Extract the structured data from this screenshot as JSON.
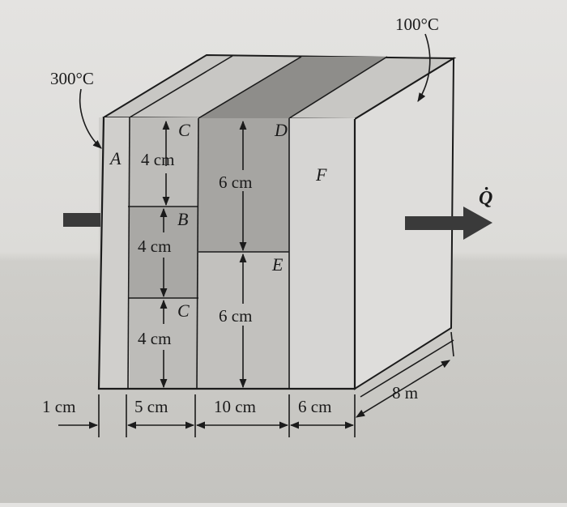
{
  "temperatures": {
    "left": "300°C",
    "right": "100°C"
  },
  "heat_symbol": "Q̇",
  "layers": {
    "A": "A",
    "B": "B",
    "C_top": "C",
    "C_bottom": "C",
    "D": "D",
    "E": "E",
    "F": "F"
  },
  "heights": {
    "c_top": "4 cm",
    "b": "4 cm",
    "c_bottom": "4 cm",
    "d": "6 cm",
    "e": "6 cm"
  },
  "widths": {
    "a": "1 cm",
    "bc": "5 cm",
    "de": "10 cm",
    "f": "6 cm"
  },
  "depth": "8 m",
  "colors": {
    "front_light": "#d0cfcc",
    "front_mid": "#bdbcb9",
    "front_dark": "#a6a5a2",
    "top_face": "#c8c7c4",
    "top_dark": "#8e8d8a",
    "side_face": "#dedddb",
    "arrow": "#3a3a3a"
  }
}
